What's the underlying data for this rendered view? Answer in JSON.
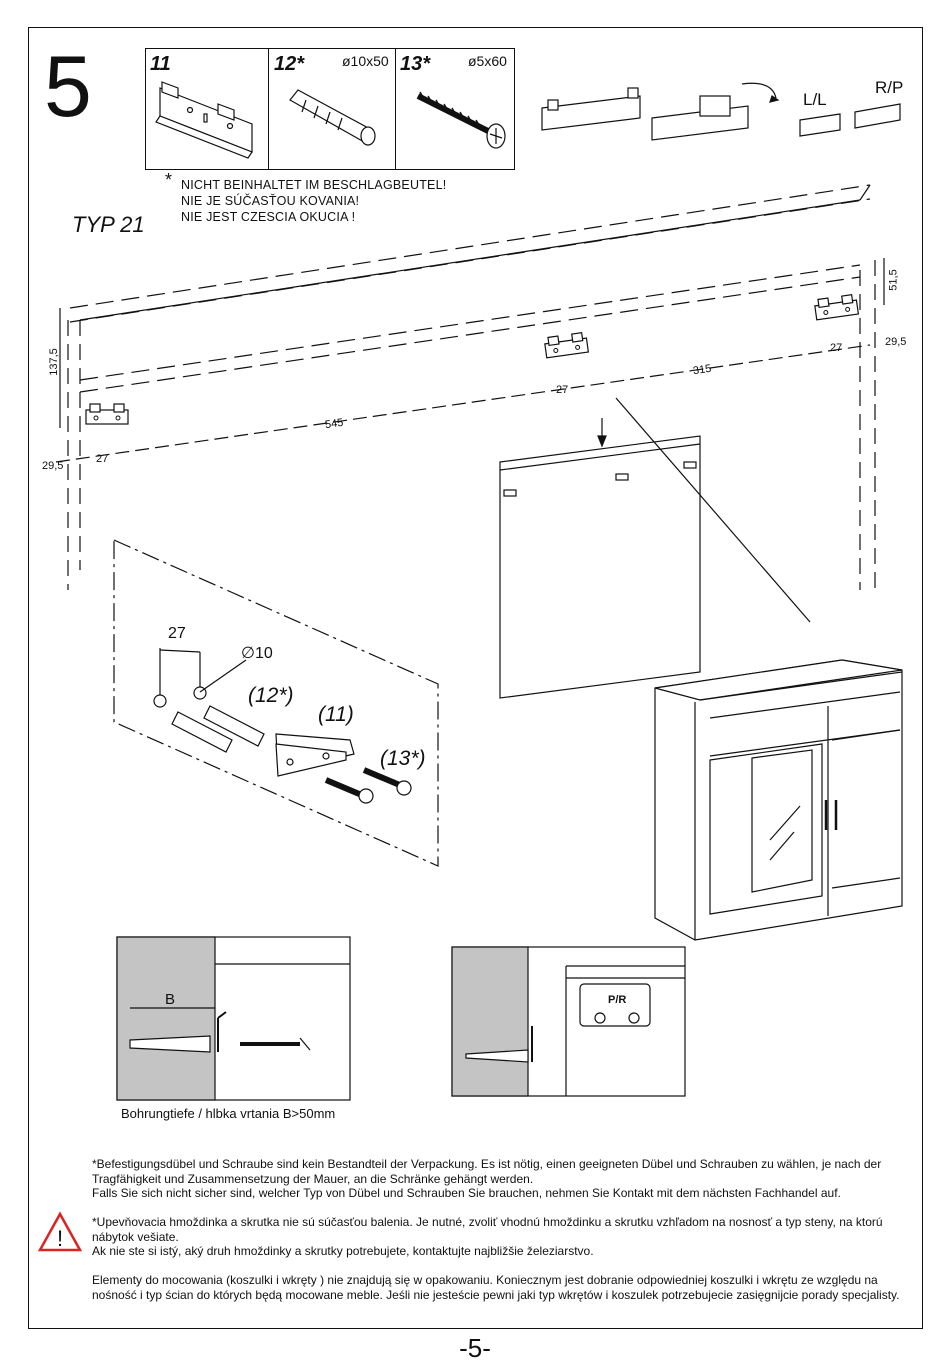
{
  "step": {
    "number": "5"
  },
  "parts": [
    {
      "id": "11",
      "dimension": ""
    },
    {
      "id": "12*",
      "dimension": "ø10x50"
    },
    {
      "id": "13*",
      "dimension": "ø5x60"
    }
  ],
  "note": {
    "star": "*",
    "lines": [
      "NICHT BEINHALTET IM BESCHLAGBEUTEL!",
      "NIE JE SÚČASŤOU KOVANIA!",
      "NIE JEST CZESCIA OKUCIA !"
    ]
  },
  "type_label": "TYP 21",
  "bracket_labels": {
    "left": "L/L",
    "right": "R/P"
  },
  "dimensions": {
    "d137_5": "137,5",
    "d51_5": "51,5",
    "d29_5_left": "29,5",
    "d29_5_right": "29,5",
    "d27_left": "27",
    "d27_mid": "27",
    "d27_right": "27",
    "d545": "545",
    "d315": "315"
  },
  "detail": {
    "spacing": "27",
    "diameter": "∅10",
    "callout_12": "(12*)",
    "callout_11": "(11)",
    "callout_13": "(13*)"
  },
  "wall_detail": {
    "depth_label": "B",
    "plate_label": "P/R",
    "caption": "Bohrungtiefe / hlbka vrtania B>50mm"
  },
  "warning": {
    "icon": "warning-triangle-icon",
    "de": [
      "*Befestigungsdübel und Schraube sind kein Bestandteil der Verpackung. Es ist nötig, einen geeigneten Dübel und Schrauben zu wählen, je nach der Tragfähigkeit und Zusammensetzung der Mauer, an die Schränke gehängt werden.",
      "Falls Sie sich nicht sicher sind, welcher Typ von Dübel und Schrauben Sie brauchen, nehmen Sie Kontakt mit dem nächsten Fachhandel auf."
    ],
    "sk": [
      "*Upevňovacia hmoždinka a skrutka nie sú súčasťou balenia. Je nutné, zvoliť vhodnú hmoždinku a skrutku vzhľadom na nosnosť a typ steny, na ktorú nábytok vešiate.",
      "Ak nie ste si istý, aký druh hmoždinky a skrutky potrebujete, kontaktujte najbližšie železiarstvo."
    ],
    "pl": [
      "Elementy do mocowania (koszulki i wkręty ) nie znajdują się w opakowaniu. Koniecznym jest dobranie odpowiedniej koszulki i wkrętu ze względu na nośność i typ ścian do których będą mocowane meble. Jeśli nie jesteście pewni jaki typ wkrętów i koszulek potrzebujecie zasięgnijcie porady specjalisty."
    ]
  },
  "page": {
    "number": "-5-"
  }
}
